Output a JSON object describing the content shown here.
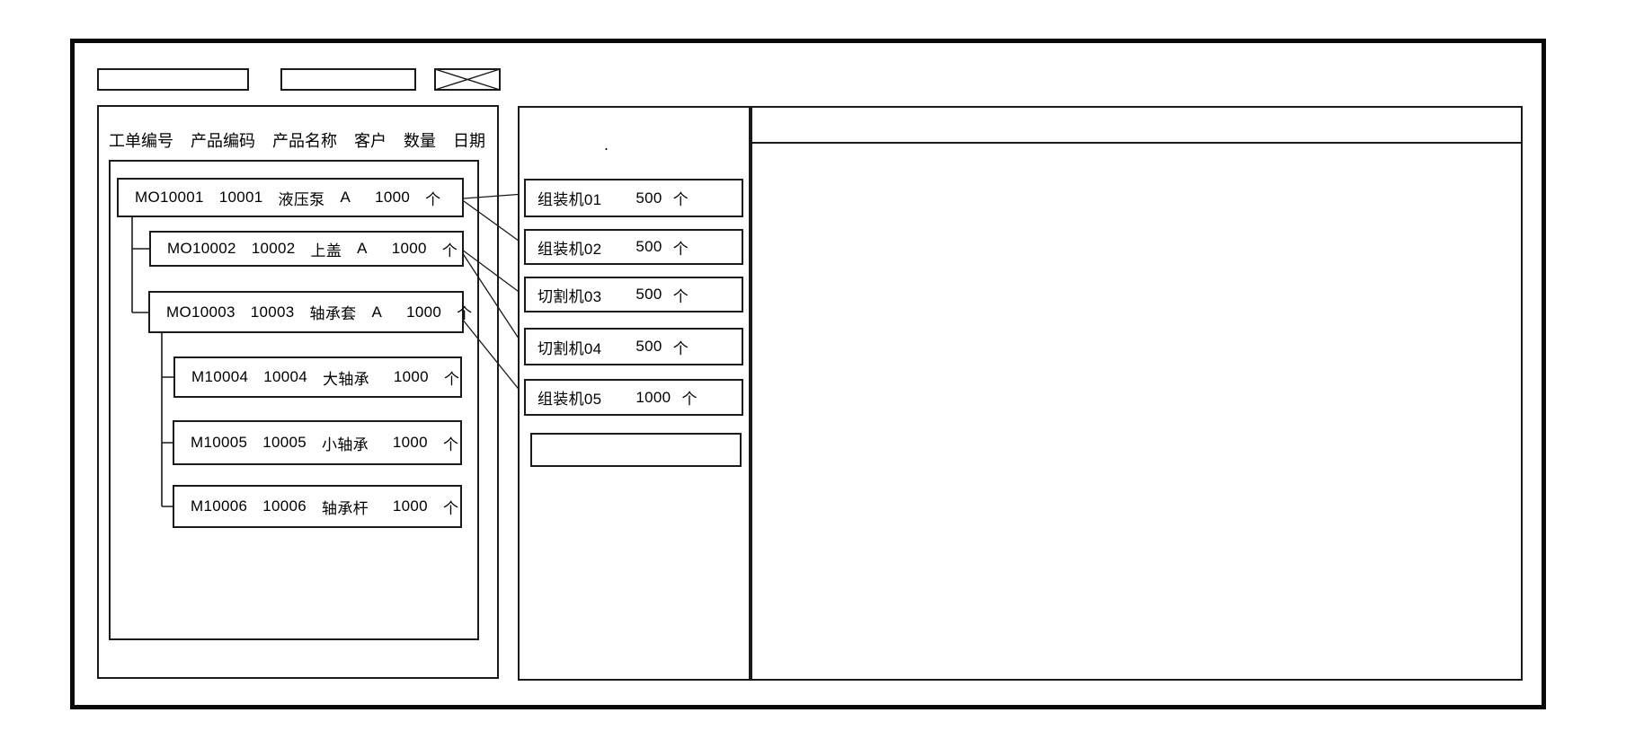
{
  "toolbar": {
    "input1_value": "",
    "input2_value": "",
    "image_placeholder_icon": "crossed-rectangle"
  },
  "left_panel": {
    "columns": [
      "工单编号",
      "产品编码",
      "产品名称",
      "客户",
      "数量",
      "日期"
    ],
    "orders": [
      {
        "id": "MO10001",
        "code": "10001",
        "name": "液压泵",
        "customer": "A",
        "qty": "1000",
        "unit": "个"
      },
      {
        "id": "MO10002",
        "code": "10002",
        "name": "上盖",
        "customer": "A",
        "qty": "1000",
        "unit": "个"
      },
      {
        "id": "MO10003",
        "code": "10003",
        "name": "轴承套",
        "customer": "A",
        "qty": "1000",
        "unit": "个"
      },
      {
        "id": "M10004",
        "code": "10004",
        "name": "大轴承",
        "customer": "",
        "qty": "1000",
        "unit": "个"
      },
      {
        "id": "M10005",
        "code": "10005",
        "name": "小轴承",
        "customer": "",
        "qty": "1000",
        "unit": "个"
      },
      {
        "id": "M10006",
        "code": "10006",
        "name": "轴承杆",
        "customer": "",
        "qty": "1000",
        "unit": "个"
      }
    ]
  },
  "machine_panel": {
    "machines": [
      {
        "name": "组装机01",
        "qty": "500",
        "unit": "个"
      },
      {
        "name": "组装机02",
        "qty": "500",
        "unit": "个"
      },
      {
        "name": "切割机03",
        "qty": "500",
        "unit": "个"
      },
      {
        "name": "切割机04",
        "qty": "500",
        "unit": "个"
      },
      {
        "name": "组装机05",
        "qty": "1000",
        "unit": "个"
      }
    ],
    "empty_slot_value": "",
    "dot": "."
  },
  "detail_panel": {
    "content": ""
  },
  "colors": {
    "line": "#000000",
    "background": "#ffffff"
  }
}
